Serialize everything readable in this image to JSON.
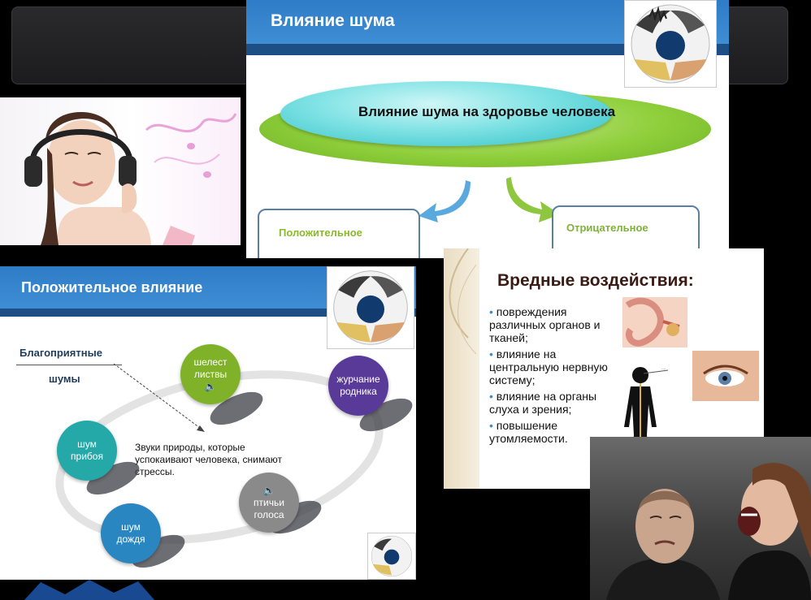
{
  "slide1": {
    "title": "Влияние шума",
    "center_text": "Влияние шума на здоровье человека",
    "positive_label": "Положительное",
    "negative_label": "Отрицательное"
  },
  "slide2": {
    "title": "Положительное влияние",
    "label_line1": "Благоприятные",
    "label_line2": "шумы",
    "description": "Звуки природы, которые успокаивают человека, снимают стрессы.",
    "circles": [
      {
        "line1": "шелест",
        "line2": "листвы",
        "color": "#7fb228"
      },
      {
        "line1": "журчание",
        "line2": "родника",
        "color": "#5a3a99"
      },
      {
        "line1": "шум",
        "line2": "прибоя",
        "color": "#25a8a8"
      },
      {
        "line1": "птичьи",
        "line2": "голоса",
        "color": "#8a8a8a"
      },
      {
        "line1": "шум",
        "line2": "дождя",
        "color": "#2a86c0"
      }
    ]
  },
  "slide3": {
    "title": "Вредные воздействия:",
    "bullets": [
      "повреждения различных органов и тканей;",
      "влияние на центральную нервную систему;",
      "влияние на органы слуха и зрения;",
      "повышение утомляемости."
    ],
    "nav_glyphs": "◁◁▷▷▷"
  },
  "colors": {
    "header_blue": "#2e7cc7",
    "header_dark": "#1d4f86",
    "ellipse_green": "#8fcf3b",
    "ellipse_teal": "#2fbfc5"
  }
}
